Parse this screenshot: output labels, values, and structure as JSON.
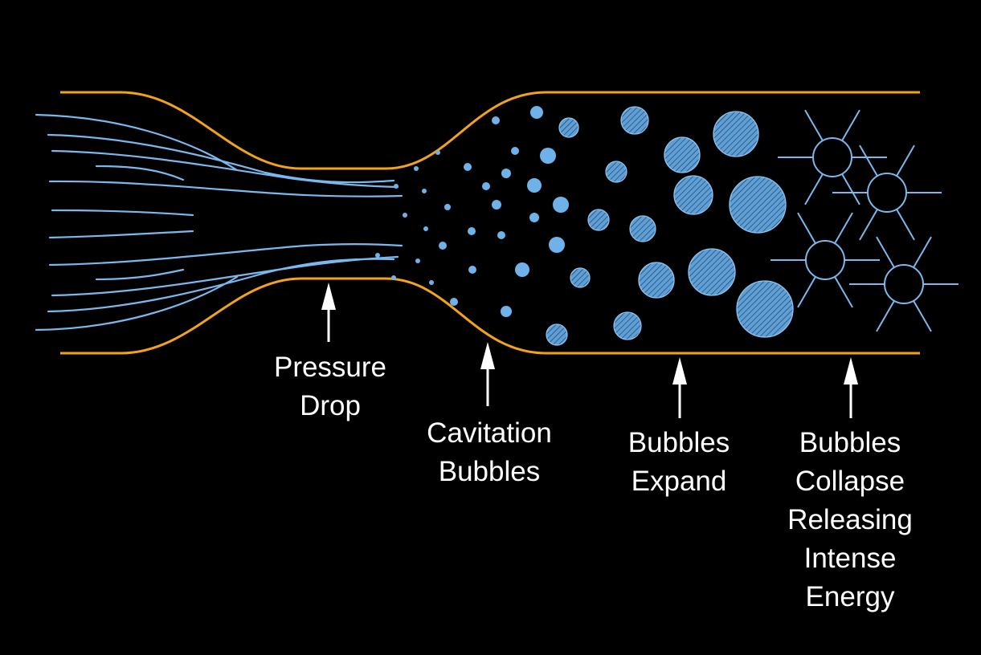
{
  "colors": {
    "background": "#000000",
    "pipe_wall": "#f2a31b",
    "flow": "#7ab8ee",
    "bubble_fill": "#6fb2ea",
    "label_text": "#ffffff",
    "arrow": "#ffffff"
  },
  "labels": {
    "pressure_drop": [
      "Pressure",
      "Drop"
    ],
    "cavitation_bubbles": [
      "Cavitation",
      "Bubbles"
    ],
    "bubbles_expand": [
      "Bubbles",
      "Expand"
    ],
    "bubbles_collapse": [
      "Bubbles",
      "Collapse",
      "Releasing",
      "Intense",
      "Energy"
    ]
  }
}
